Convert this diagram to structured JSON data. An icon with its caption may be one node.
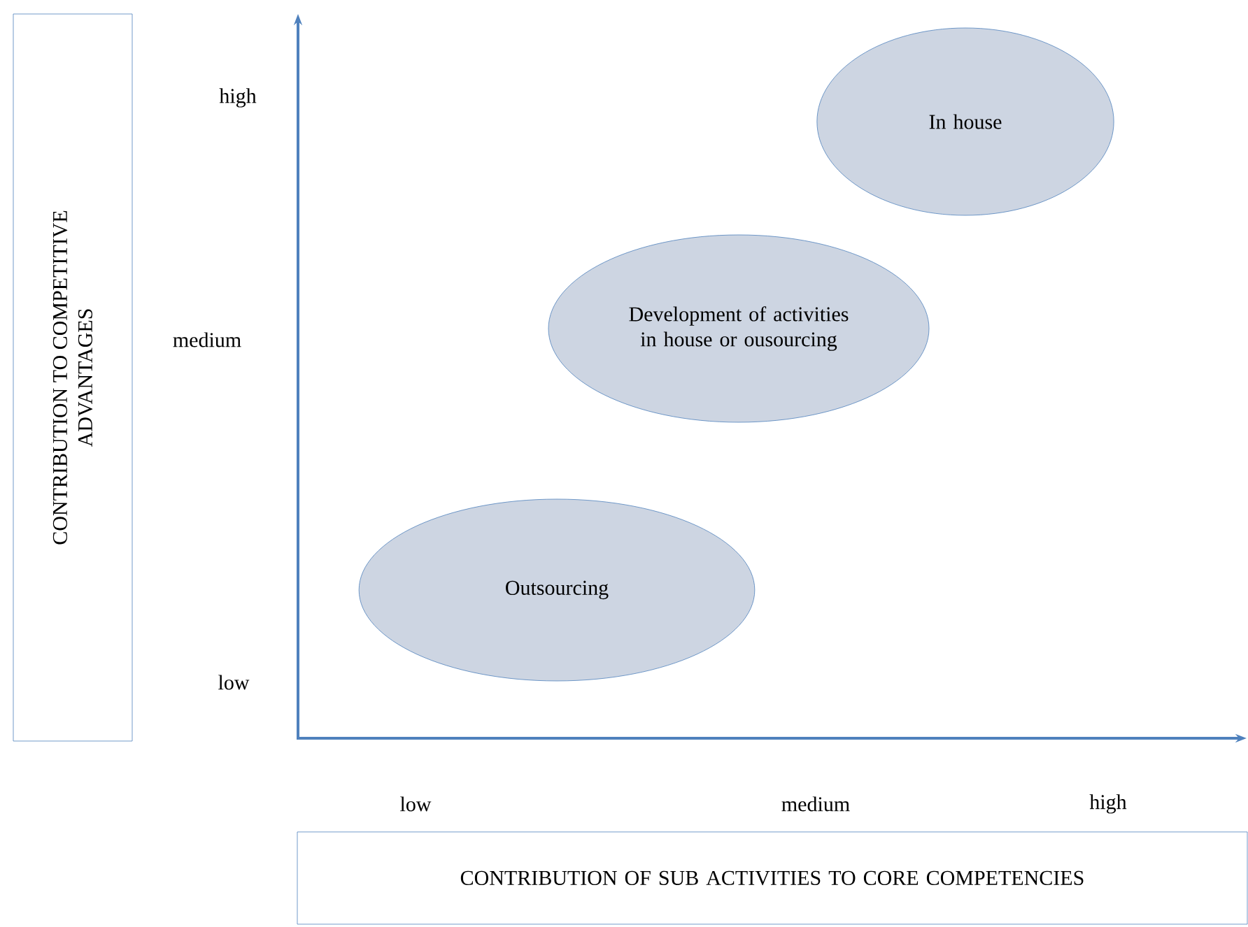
{
  "diagram": {
    "nodes": [
      {
        "text": [
          "CONTRIBUTION TO COMPETITIVE ADVANTAGES"
        ]
      },
      {
        "text": [
          "In house"
        ]
      },
      {
        "text": [
          "Development of activities in house or ousourcing"
        ]
      },
      {
        "text": [
          "Outsourcing"
        ]
      },
      {
        "text": [
          "CONTRIBUTION OF SUB ACTIVITIES TO CORE COMPETENCIES"
        ]
      }
    ],
    "edges": [],
    "labels": [
      "high",
      "medium",
      "low",
      "low",
      "medium",
      "high"
    ]
  }
}
